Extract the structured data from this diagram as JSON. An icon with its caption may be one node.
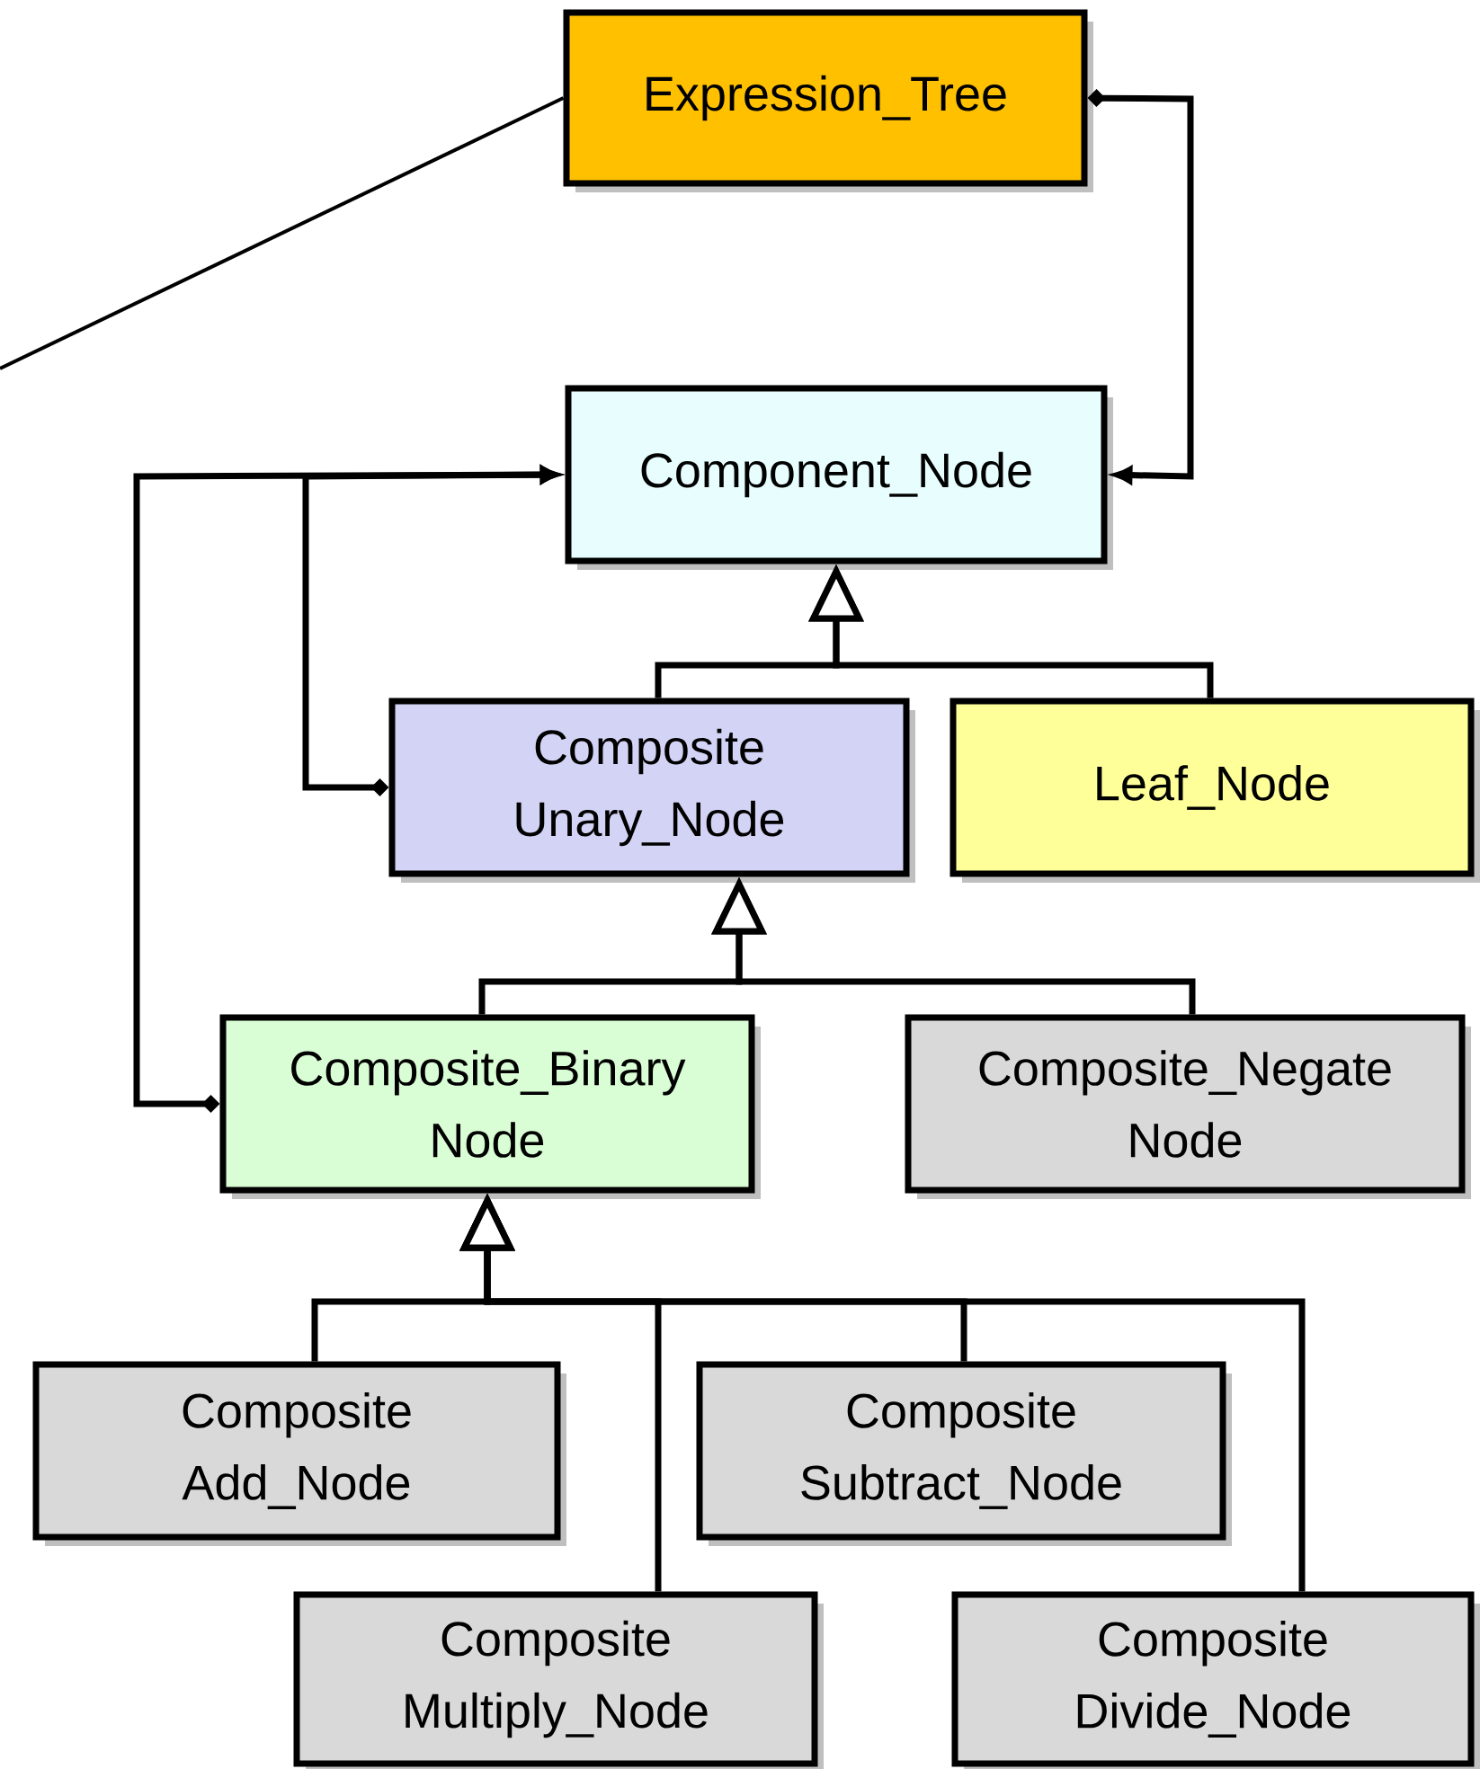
{
  "diagram": {
    "nodes": [
      {
        "text": [
          "Expression_Tree"
        ]
      },
      {
        "text": [
          "Component_Node"
        ]
      },
      {
        "text": [
          "Composite Unary_Node"
        ]
      },
      {
        "text": [
          "Leaf_Node"
        ]
      },
      {
        "text": [
          "Composite_Binary Node"
        ]
      },
      {
        "text": [
          "Composite_Negate Node"
        ]
      },
      {
        "text": [
          "Composite Add_Node"
        ]
      },
      {
        "text": [
          "Composite Subtract_Node"
        ]
      },
      {
        "text": [
          "Composite Multiply_Node"
        ]
      },
      {
        "text": [
          "Composite Divide_Node"
        ]
      }
    ],
    "edges": [
      {
        "from": null,
        "to": 0,
        "arrow": "none"
      },
      {
        "from": 0,
        "to": 1,
        "arrow": "to"
      },
      {
        "from": 2,
        "to": 1,
        "arrow": "to"
      },
      {
        "from": 4,
        "to": 1,
        "arrow": "to"
      },
      {
        "from": 2,
        "to": 1,
        "arrow": "to"
      },
      {
        "from": 3,
        "to": 1,
        "arrow": "to"
      },
      {
        "from": 4,
        "to": 2,
        "arrow": "to"
      },
      {
        "from": 5,
        "to": 2,
        "arrow": "to"
      },
      {
        "from": 6,
        "to": 4,
        "arrow": "to"
      },
      {
        "from": 7,
        "to": 4,
        "arrow": "to"
      },
      {
        "from": 8,
        "to": 4,
        "arrow": "to"
      },
      {
        "from": 9,
        "to": 4,
        "arrow": "to"
      }
    ]
  }
}
